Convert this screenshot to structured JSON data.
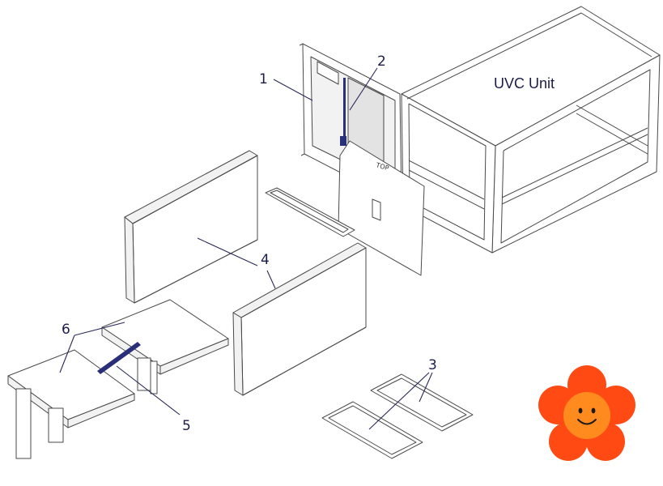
{
  "labels": {
    "unit_title": "UVC Unit",
    "top_mark": "TOP",
    "callout_1": "1",
    "callout_2": "2",
    "callout_3": "3",
    "callout_4": "4",
    "callout_5": "5",
    "callout_6": "6"
  },
  "colors": {
    "line": "#4a4a4a",
    "callout_text": "#1c1c4a",
    "highlight_part": "#2a2f7a",
    "flower_petal": "#ff4a14",
    "flower_face": "#ff8a1e"
  },
  "icons": {
    "mascot": "smiling-flower-icon"
  }
}
